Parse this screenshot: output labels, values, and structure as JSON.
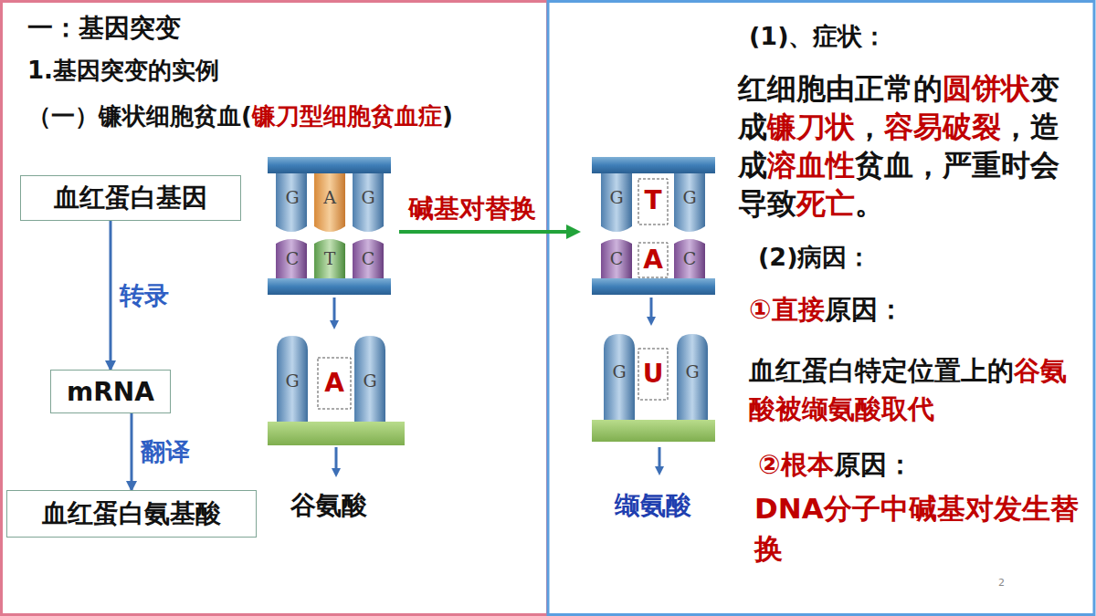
{
  "diagram": {
    "title": "一：基因突变",
    "nodes": [
      {
        "text": [
          "血红蛋白基因"
        ]
      },
      {
        "text": [
          "mRNA"
        ]
      },
      {
        "text": [
          "血红蛋白氨基酸"
        ]
      }
    ],
    "edges": [
      {
        "from": 0,
        "to": 1,
        "arrow": "to",
        "label": "转录"
      },
      {
        "from": 1,
        "to": 2,
        "arrow": "to",
        "label": "翻译"
      }
    ],
    "labels": [
      "1.基因突变的实例",
      "（一）镰状细胞贫血(",
      "镰刀型细胞贫血症",
      ")",
      "G",
      "A",
      "G",
      "C",
      "T",
      "C",
      "G",
      "A",
      "G",
      "谷氨酸",
      "碱基对替换",
      "G",
      "T",
      "G",
      "C",
      "A",
      "C",
      "G",
      "U",
      "G",
      "缬氨酸",
      "(1)、症状：",
      "红细胞由正常的",
      "圆饼状",
      "变成",
      "镰刀状",
      "，",
      "容易破裂",
      "，造成",
      "溶血性",
      "贫血，严重时会导致",
      "死亡",
      "。",
      "(2)病因：",
      "①直接",
      "原因：",
      "血红蛋白特定位置上的",
      "谷氨酸被缬氨酸取代",
      "②根本",
      "原因：",
      "DNA分子中碱基对发生替换",
      "2"
    ]
  }
}
